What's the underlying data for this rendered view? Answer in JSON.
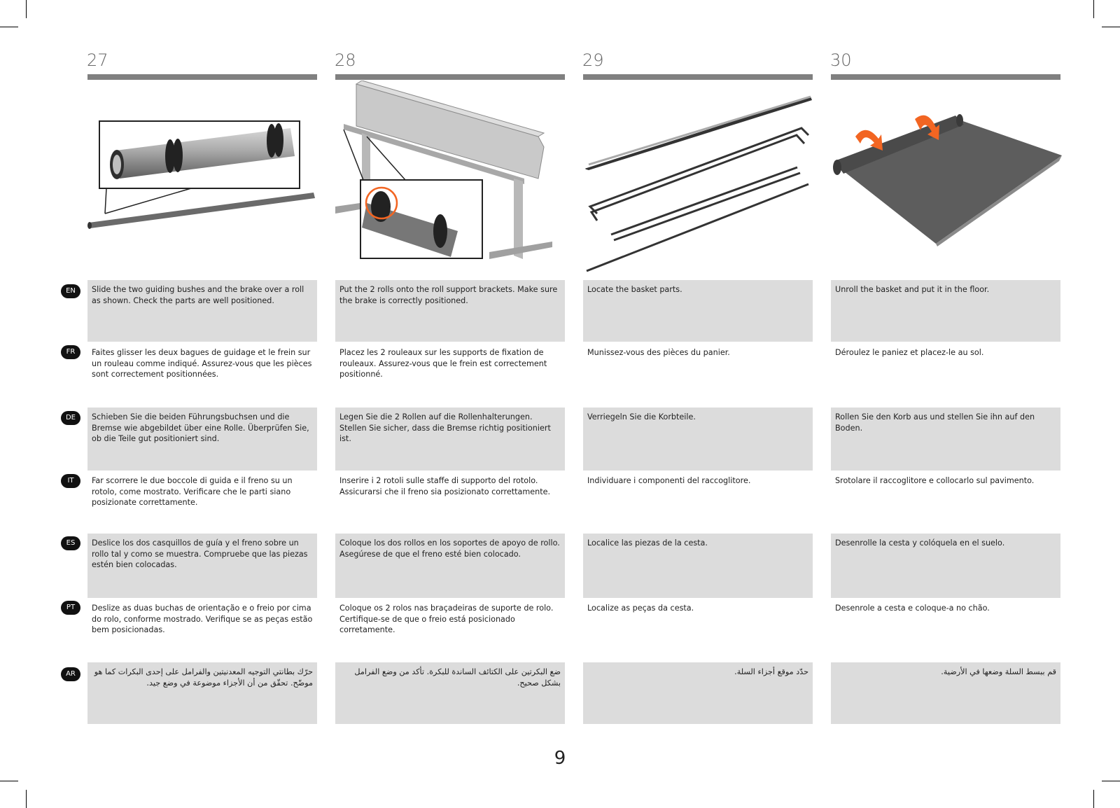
{
  "steps": [
    {
      "number": "27",
      "texts": {
        "EN": "Slide the two guiding bushes and the brake over a roll as shown. Check the parts are well positioned.",
        "FR": "Faites glisser les deux bagues de guidage et le frein sur un rouleau comme indiqué. Assurez-vous que les pièces sont correctement positionnées.",
        "DE": "Schieben Sie die beiden Führungsbuchsen und die Bremse wie abgebildet über eine Rolle. Überprüfen Sie, ob die Teile gut positioniert sind.",
        "IT": "Far scorrere le due boccole di guida e il freno su un rotolo, come mostrato. Verificare che le parti siano posizionate correttamente.",
        "ES": "Deslice los dos casquillos de guía y el freno sobre un rollo tal y como se muestra. Compruebe que las piezas estén bien colocadas.",
        "PT": "Deslize as duas buchas de orientação e o freio por cima do rolo, conforme mostrado. Verifique se as peças estão bem posicionadas.",
        "AR": "حرّك بطانتي التوجيه المعدنيتين والفرامل على إحدى البكرات كما هو موضّح. تحقّق من أن الأجزاء موضوعة في وضع جيد."
      }
    },
    {
      "number": "28",
      "texts": {
        "EN": "Put the 2 rolls onto the roll support brackets. Make sure the brake is correctly positioned.",
        "FR": "Placez les 2 rouleaux sur les supports de fixation de rouleaux. Assurez-vous que le frein est correctement positionné.",
        "DE": "Legen Sie die 2 Rollen auf die Rollenhalterungen. Stellen Sie sicher, dass die Bremse richtig positioniert ist.",
        "IT": "Inserire i 2 rotoli sulle staffe di supporto del rotolo. Assicurarsi che il freno sia posizionato correttamente.",
        "ES": "Coloque los dos rollos en los soportes de apoyo de rollo. Asegúrese de que el freno esté bien colocado.",
        "PT": "Coloque os 2 rolos nas braçadeiras de suporte de rolo. Certifique-se de que o freio está posicionado corretamente.",
        "AR": "ضع البكرتين على الكتائف الساندة للبكرة. تأكد من وضع الفرامل بشكل صحيح."
      }
    },
    {
      "number": "29",
      "texts": {
        "EN": "Locate the basket parts.",
        "FR": "Munissez-vous des pièces du panier.",
        "DE": "Verriegeln Sie die Korbteile.",
        "IT": "Individuare i componenti del raccoglitore.",
        "ES": "Localice las piezas de la cesta.",
        "PT": "Localize as peças da cesta.",
        "AR": "حدّد موقع أجزاء السلة."
      }
    },
    {
      "number": "30",
      "texts": {
        "EN": "Unroll the basket and put it in the floor.",
        "FR": "Déroulez le paniez et placez-le au sol.",
        "DE": "Rollen Sie den Korb aus und stellen Sie ihn auf den Boden.",
        "IT": "Srotolare il raccoglitore e collocarlo sul pavimento.",
        "ES": "Desenrolle la cesta y colóquela en el suelo.",
        "PT": "Desenrole a cesta e coloque-a no chão.",
        "AR": "قم ببسط السلة وضعها في الأرضية."
      }
    }
  ],
  "languages": [
    "EN",
    "FR",
    "DE",
    "IT",
    "ES",
    "PT",
    "AR"
  ],
  "page_number": "9",
  "colors": {
    "accent": "#f26522",
    "bar": "#808080",
    "shade": "#dcdcdc"
  }
}
